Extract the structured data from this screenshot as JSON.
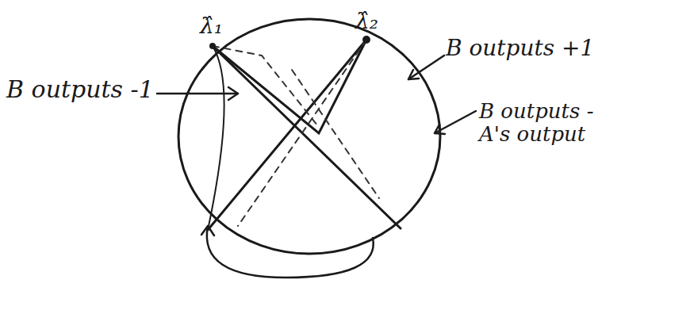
{
  "diagram": {
    "labels": [
      "λ̂₁",
      "λ̂₂",
      "B outputs -1",
      "B outputs +1",
      "B outputs - A's output"
    ]
  }
}
